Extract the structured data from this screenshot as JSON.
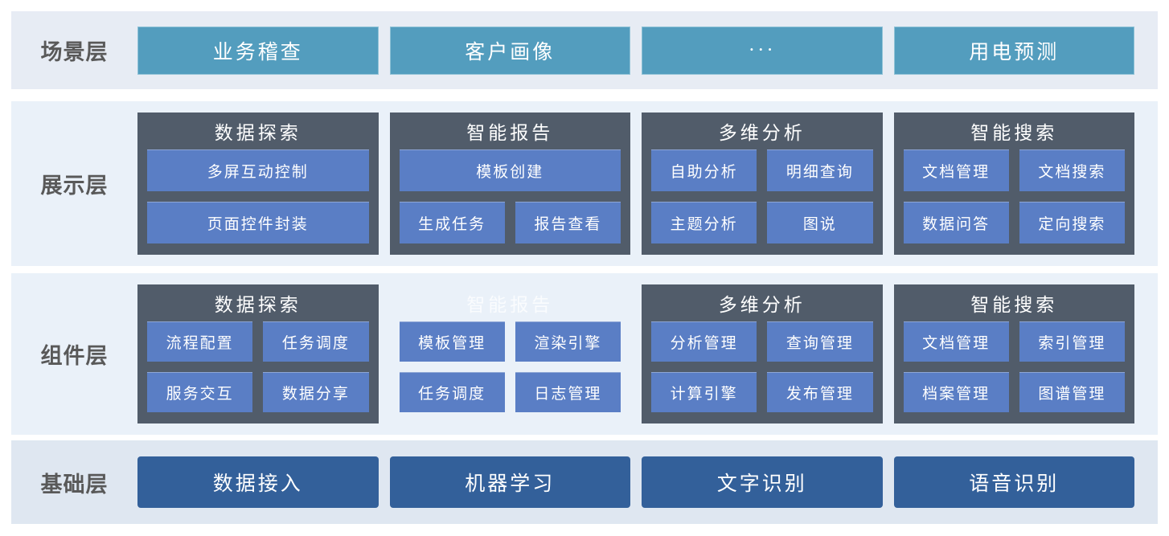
{
  "colors": {
    "scenario_button": "#539dbe",
    "group_container": "#515c6a",
    "module_chip": "#5a7ec5",
    "base_button": "#33609a",
    "band_background": "#eaf1f9",
    "label_text": "#595959"
  },
  "layers": [
    {
      "label": "场景层",
      "items": [
        "业务稽查",
        "客户画像",
        "···",
        "用电预测"
      ]
    },
    {
      "label": "展示层",
      "groups": [
        {
          "title": "数据探索",
          "rows": [
            [
              "多屏互动控制"
            ],
            [
              "页面控件封装"
            ]
          ]
        },
        {
          "title": "智能报告",
          "rows": [
            [
              "模板创建"
            ],
            [
              "生成任务",
              "报告查看"
            ]
          ]
        },
        {
          "title": "多维分析",
          "rows": [
            [
              "自助分析",
              "明细查询"
            ],
            [
              "主题分析",
              "图说"
            ]
          ]
        },
        {
          "title": "智能搜索",
          "rows": [
            [
              "文档管理",
              "文档搜索"
            ],
            [
              "数据问答",
              "定向搜索"
            ]
          ]
        }
      ]
    },
    {
      "label": "组件层",
      "groups": [
        {
          "title": "数据探索",
          "rows": [
            [
              "流程配置",
              "任务调度"
            ],
            [
              "服务交互",
              "数据分享"
            ]
          ]
        },
        {
          "title": "智能报告",
          "ghost": true,
          "rows": [
            [
              "模板管理",
              "渲染引擎"
            ],
            [
              "任务调度",
              "日志管理"
            ]
          ]
        },
        {
          "title": "多维分析",
          "rows": [
            [
              "分析管理",
              "查询管理"
            ],
            [
              "计算引擎",
              "发布管理"
            ]
          ]
        },
        {
          "title": "智能搜索",
          "rows": [
            [
              "文档管理",
              "索引管理"
            ],
            [
              "档案管理",
              "图谱管理"
            ]
          ]
        }
      ]
    },
    {
      "label": "基础层",
      "items": [
        "数据接入",
        "机器学习",
        "文字识别",
        "语音识别"
      ]
    }
  ]
}
